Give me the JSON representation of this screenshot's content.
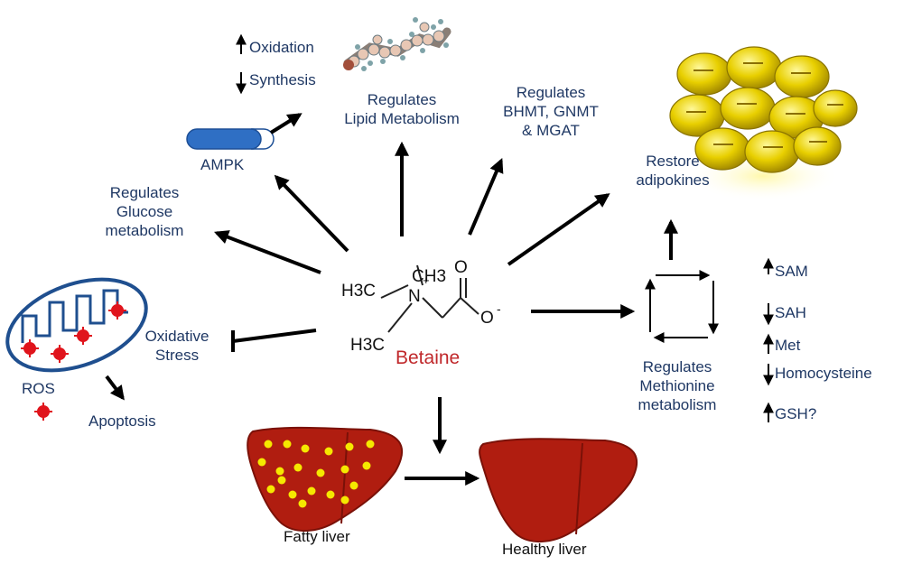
{
  "center": {
    "formula_h3c_top": "H3C",
    "formula_ch3": "CH3",
    "formula_n": "N",
    "formula_plus": "+",
    "formula_o_top": "O",
    "formula_o_minus": "O",
    "formula_minus": "-",
    "formula_h3c_bottom": "H3C",
    "name": "Betaine"
  },
  "lipid": {
    "oxidation": "Oxidation",
    "synthesis": "Synthesis",
    "line1": "Regulates",
    "line2": "Lipid Metabolism"
  },
  "ampk": {
    "label": "AMPK"
  },
  "bhmt": {
    "line1": "Regulates",
    "line2": "BHMT, GNMT",
    "line3": "& MGAT"
  },
  "adipokines": {
    "line1": "Restore",
    "line2": "adipokines"
  },
  "glucose": {
    "line1": "Regulates",
    "line2": "Glucose",
    "line3": "metabolism"
  },
  "oxidative": {
    "line1": "Oxidative",
    "line2": "Stress"
  },
  "mito": {
    "ros": "ROS",
    "apoptosis": "Apoptosis"
  },
  "methionine": {
    "line1": "Regulates",
    "line2": "Methionine",
    "line3": "metabolism",
    "markers": [
      {
        "label": "SAM",
        "direction": "up"
      },
      {
        "label": "SAH",
        "direction": "down"
      },
      {
        "label": "Met",
        "direction": "up"
      },
      {
        "label": "Homocysteine",
        "direction": "down"
      },
      {
        "label": "GSH?",
        "direction": "up"
      }
    ]
  },
  "liver": {
    "fatty": "Fatty liver",
    "healthy": "Healthy liver"
  },
  "colors": {
    "text": "#1f3864",
    "betaine": "#c0282b",
    "liver": "#b01d10",
    "fat": "#f5e800",
    "ros": "#e0141c",
    "ampk": "#2f6fc4",
    "adipocyte": "#e3c400"
  }
}
